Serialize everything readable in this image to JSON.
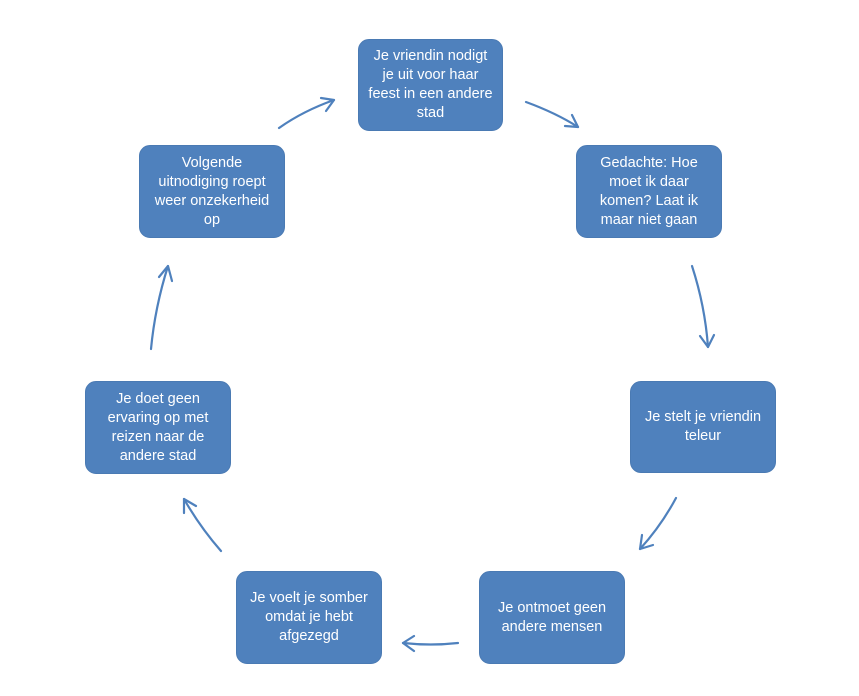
{
  "diagram": {
    "type": "cycle",
    "colors": {
      "node_fill": "#4f81bd",
      "node_text": "#ffffff",
      "arrow": "#4f81bd"
    },
    "nodes": [
      {
        "id": "n1",
        "label": "Je vriendin nodigt je uit voor haar feest in een andere stad"
      },
      {
        "id": "n2",
        "label": "Gedachte: Hoe moet ik daar komen? Laat ik maar niet gaan"
      },
      {
        "id": "n3",
        "label": "Je stelt je vriendin teleur"
      },
      {
        "id": "n4",
        "label": "Je ontmoet geen andere mensen"
      },
      {
        "id": "n5",
        "label": "Je voelt je somber omdat je hebt afgezegd"
      },
      {
        "id": "n6",
        "label": "Je doet geen ervaring op met reizen naar de andere stad"
      },
      {
        "id": "n7",
        "label": "Volgende uitnodiging roept weer onzekerheid op"
      }
    ],
    "edges": [
      {
        "from": "n1",
        "to": "n2"
      },
      {
        "from": "n2",
        "to": "n3"
      },
      {
        "from": "n3",
        "to": "n4"
      },
      {
        "from": "n4",
        "to": "n5"
      },
      {
        "from": "n5",
        "to": "n6"
      },
      {
        "from": "n6",
        "to": "n7"
      },
      {
        "from": "n7",
        "to": "n1"
      }
    ]
  }
}
